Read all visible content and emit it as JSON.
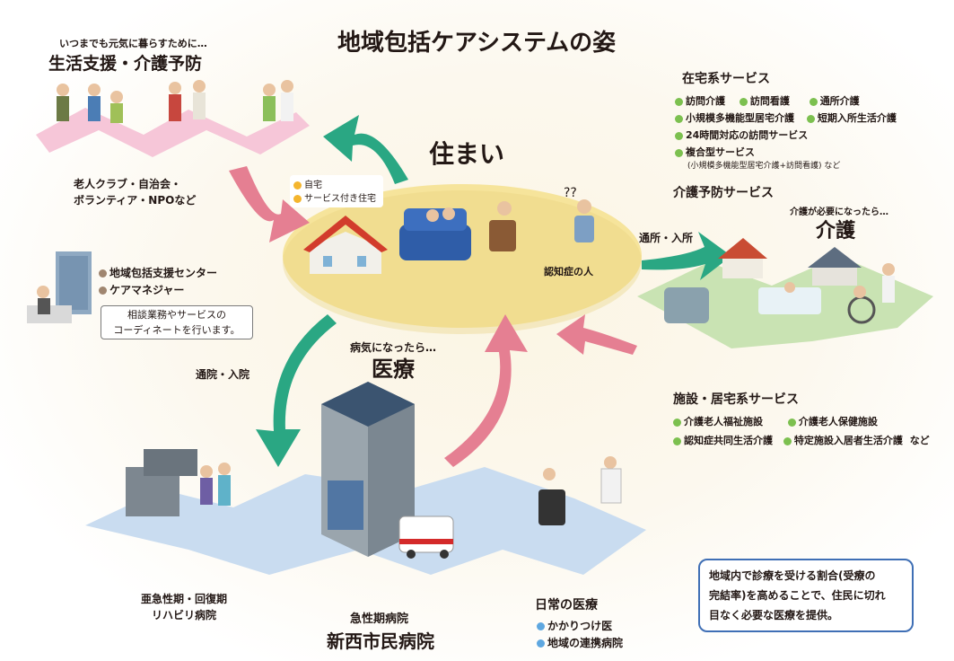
{
  "title": "地域包括ケアシステムの姿",
  "home": {
    "title": "住まい",
    "tags": [
      "自宅",
      "サービス付き住宅"
    ],
    "person_label": "認知症の人"
  },
  "life_support": {
    "caption": "いつまでも元気に暮らすために…",
    "title": "生活支援・介護予防",
    "sub": [
      "老人クラブ・自治会・",
      "ボランティア・NPOなど"
    ]
  },
  "center": {
    "items": [
      "地域包括支援センター",
      "ケアマネジャー"
    ],
    "box": [
      "相談業務やサービスの",
      "コーディネートを行います。"
    ]
  },
  "home_care": {
    "title": "在宅系サービス",
    "rows": [
      [
        "訪問介護",
        "訪問看護",
        "通所介護"
      ],
      [
        "小規模多機能型居宅介護",
        "短期入所生活介護"
      ],
      [
        "24時間対応の訪問サービス"
      ],
      [
        "複合型サービス"
      ]
    ],
    "note": "(小規模多機能型居宅介護+訪問看護) など"
  },
  "prevention": {
    "title": "介護予防サービス"
  },
  "care": {
    "caption": "介護が必要になったら…",
    "title": "介護"
  },
  "arrows": {
    "to_care": "通所・入所",
    "to_medical": "通院・入院"
  },
  "facility": {
    "title": "施設・居宅系サービス",
    "rows": [
      [
        "介護老人福祉施設",
        "介護老人保健施設"
      ],
      [
        "認知症共同生活介護",
        "特定施設入居者生活介護"
      ]
    ],
    "suffix": "など"
  },
  "medical": {
    "caption": "病気になったら…",
    "title": "医療"
  },
  "rehab": {
    "lines": [
      "亜急性期・回復期",
      "リハビリ病院"
    ]
  },
  "acute": {
    "caption": "急性期病院",
    "title": "新西市民病院"
  },
  "daily": {
    "title": "日常の医療",
    "items": [
      "かかりつけ医",
      "地域の連携病院"
    ]
  },
  "note": {
    "lines": [
      "地域内で診療を受ける割合(受療の",
      "完結率)を高めることで、住民に切れ",
      "目なく必要な医療を提供。"
    ]
  },
  "colors": {
    "green": "#7cc04f",
    "teal_arrow": "#2aa783",
    "pink_arrow": "#e57f92",
    "blue_dot": "#5ea7e0",
    "ellipse": "#f6e49b",
    "note_border": "#3f6fb5"
  }
}
